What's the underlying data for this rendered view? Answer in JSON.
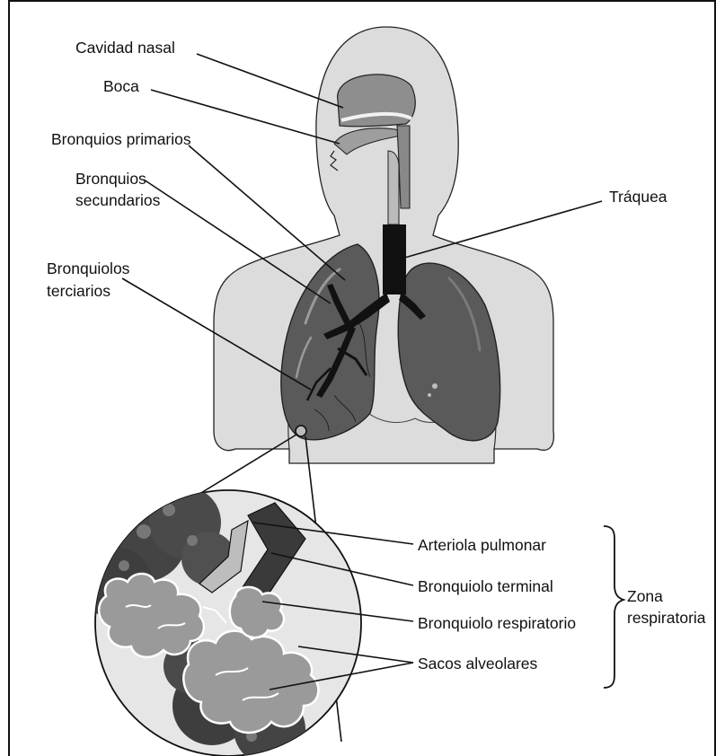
{
  "labels": {
    "cavidad_nasal": "Cavidad nasal",
    "boca": "Boca",
    "bronquios_primarios": "Bronquios primarios",
    "bronquios_secundarios_1": "Bronquios",
    "bronquios_secundarios_2": "secundarios",
    "bronquiolos_terciarios_1": "Bronquiolos",
    "bronquiolos_terciarios_2": "terciarios",
    "traquea": "Tráquea",
    "arteriola_pulmonar": "Arteriola pulmonar",
    "bronquiolo_terminal": "Bronquiolo terminal",
    "bronquiolo_respiratorio": "Bronquiolo respiratorio",
    "sacos_alveolares": "Sacos alveolares",
    "zona_respiratoria_1": "Zona",
    "zona_respiratoria_2": "respiratoria"
  },
  "colors": {
    "body_fill": "#dcdcdc",
    "lung_fill": "#5a5a5a",
    "airway": "#111111",
    "alveoli_light": "#b9b9b9",
    "alveoli_dark": "#444444"
  }
}
